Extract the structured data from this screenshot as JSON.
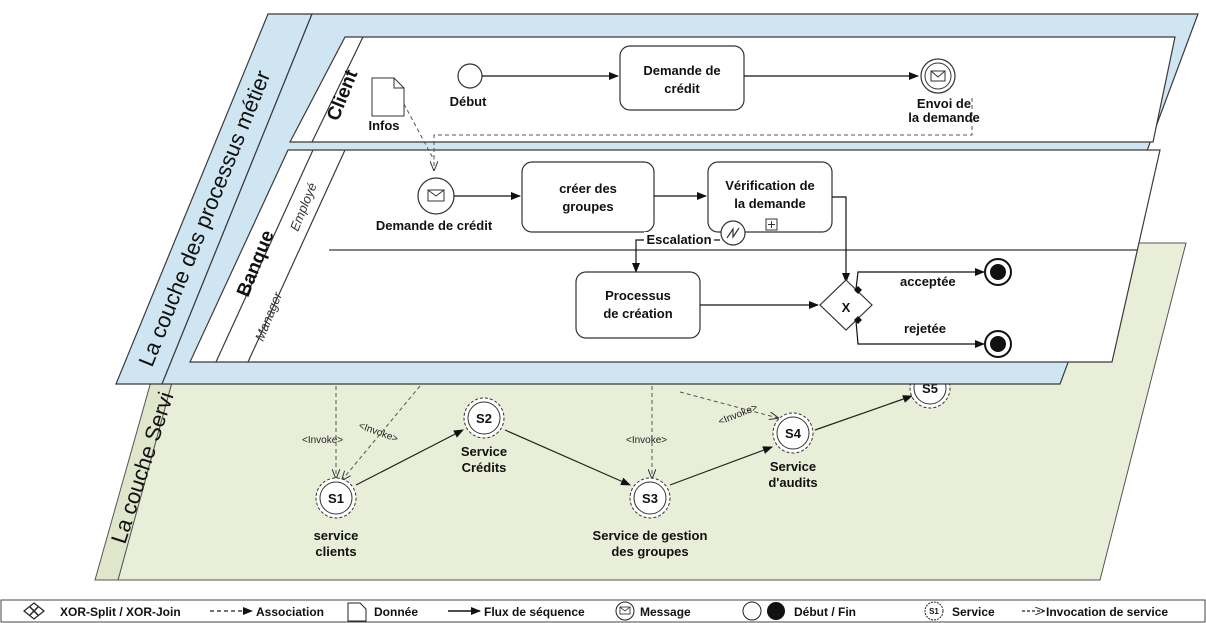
{
  "layers": {
    "business": "La couche des processus métier",
    "services": "La couche Servi"
  },
  "pools": {
    "client": "Client",
    "bank": "Banque"
  },
  "lanes": {
    "employee": "Employé",
    "manager": "Manager"
  },
  "client_pool": {
    "data_object": "Infos",
    "start_event": "Début",
    "task": [
      "Demande de",
      "crédit"
    ],
    "send_event": [
      "Envoi de",
      "la demande"
    ]
  },
  "bank_pool": {
    "message_start": "Demande de crédit",
    "task_groups": [
      "créer des",
      "groupes"
    ],
    "task_verify": [
      "Vérification de",
      "la demande"
    ],
    "escalation": "Escalation",
    "task_process": [
      "Processus",
      "de création"
    ],
    "gateway_symbol": "X",
    "flow_accepted": "acceptée",
    "flow_rejected": "rejetée"
  },
  "services": {
    "invoke": "<Invoke>",
    "s1": {
      "id": "S1",
      "label": [
        "service",
        "clients"
      ]
    },
    "s2": {
      "id": "S2",
      "label": [
        "Service",
        "Crédits"
      ]
    },
    "s3": {
      "id": "S3",
      "label": [
        "Service de gestion",
        "des groupes"
      ]
    },
    "s4": {
      "id": "S4",
      "label": [
        "Service",
        "d'audits"
      ]
    },
    "s5": {
      "id": "S5"
    }
  },
  "legend": {
    "xor": "XOR-Split / XOR-Join",
    "association": "Association",
    "data": "Donnée",
    "sequence": "Flux de séquence",
    "message": "Message",
    "start_end": "Début / Fin",
    "service_icon": "S1",
    "service": "Service",
    "invocation": "Invocation de service"
  },
  "colors": {
    "service_layer": "#e9eed9",
    "business_frame": "#cfe6f2",
    "border": "#3a3a3a"
  }
}
